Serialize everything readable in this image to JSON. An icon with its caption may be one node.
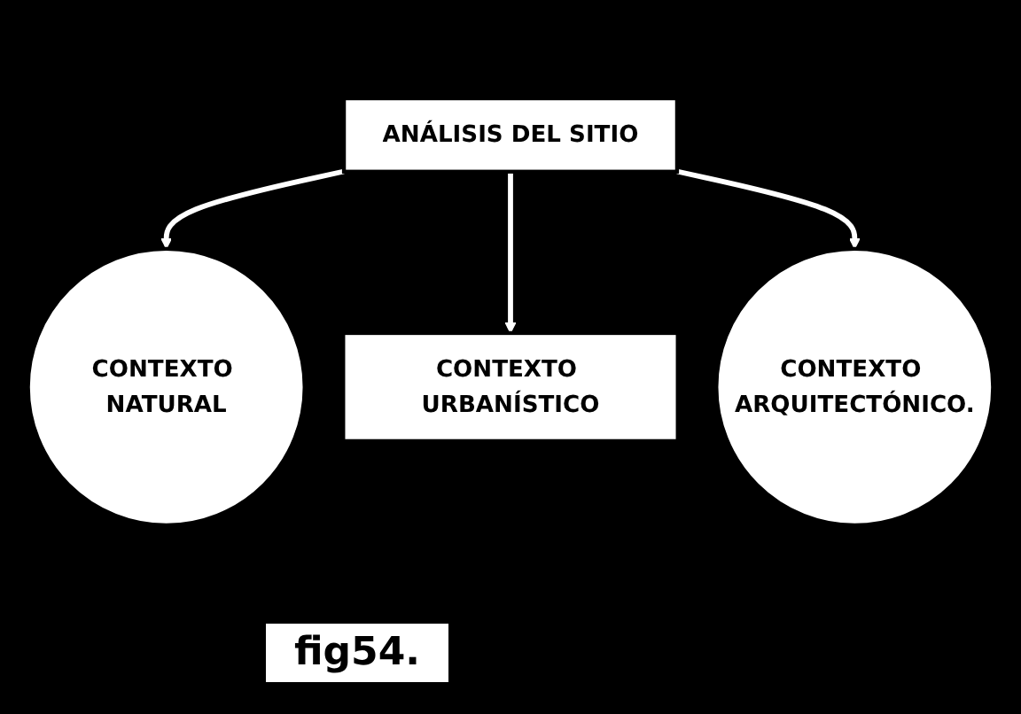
{
  "diagram": {
    "caption": "fig54.",
    "nodes": [
      {
        "text": [
          "ANÁLISIS DEL SITIO"
        ]
      },
      {
        "text": [
          "CONTEXTO NATURAL"
        ]
      },
      {
        "text": [
          "CONTEXTO URBANÍSTICO"
        ]
      },
      {
        "text": [
          "CONTEXTO ARQUITECTÓNICO."
        ]
      }
    ],
    "edges": [
      {
        "from": 0,
        "to": 1,
        "arrow": "to"
      },
      {
        "from": 0,
        "to": 2,
        "arrow": "to"
      },
      {
        "from": 0,
        "to": 3,
        "arrow": "to"
      }
    ]
  }
}
